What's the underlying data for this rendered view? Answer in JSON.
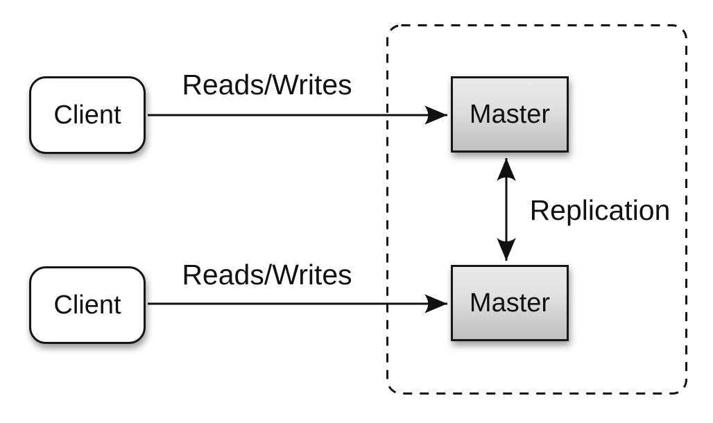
{
  "diagram": {
    "type": "architecture-diagram",
    "background": "#ffffff",
    "group": {
      "name": "replication-cluster-boundary",
      "border_style": "dashed",
      "contains": [
        "master_top",
        "master_bottom"
      ]
    },
    "nodes": {
      "client_top": {
        "label": "Client",
        "shape": "rounded-rectangle",
        "fill": "#ffffff"
      },
      "client_bottom": {
        "label": "Client",
        "shape": "rounded-rectangle",
        "fill": "#ffffff"
      },
      "master_top": {
        "label": "Master",
        "shape": "rectangle",
        "fill": "gray-gradient"
      },
      "master_bottom": {
        "label": "Master",
        "shape": "rectangle",
        "fill": "gray-gradient"
      }
    },
    "edges": {
      "reads_writes_top": {
        "label": "Reads/Writes",
        "from": "client_top",
        "to": "master_top",
        "direction": "one-way"
      },
      "reads_writes_bottom": {
        "label": "Reads/Writes",
        "from": "client_bottom",
        "to": "master_bottom",
        "direction": "one-way"
      },
      "replication": {
        "label": "Replication",
        "from": "master_top",
        "to": "master_bottom",
        "direction": "two-way"
      }
    },
    "colors": {
      "line": "#111111",
      "node_border": "#161616",
      "client_fill": "#ffffff",
      "master_gradient_top": "#e9e9e9",
      "master_gradient_bottom": "#bfbfbf",
      "text": "#111111"
    }
  }
}
